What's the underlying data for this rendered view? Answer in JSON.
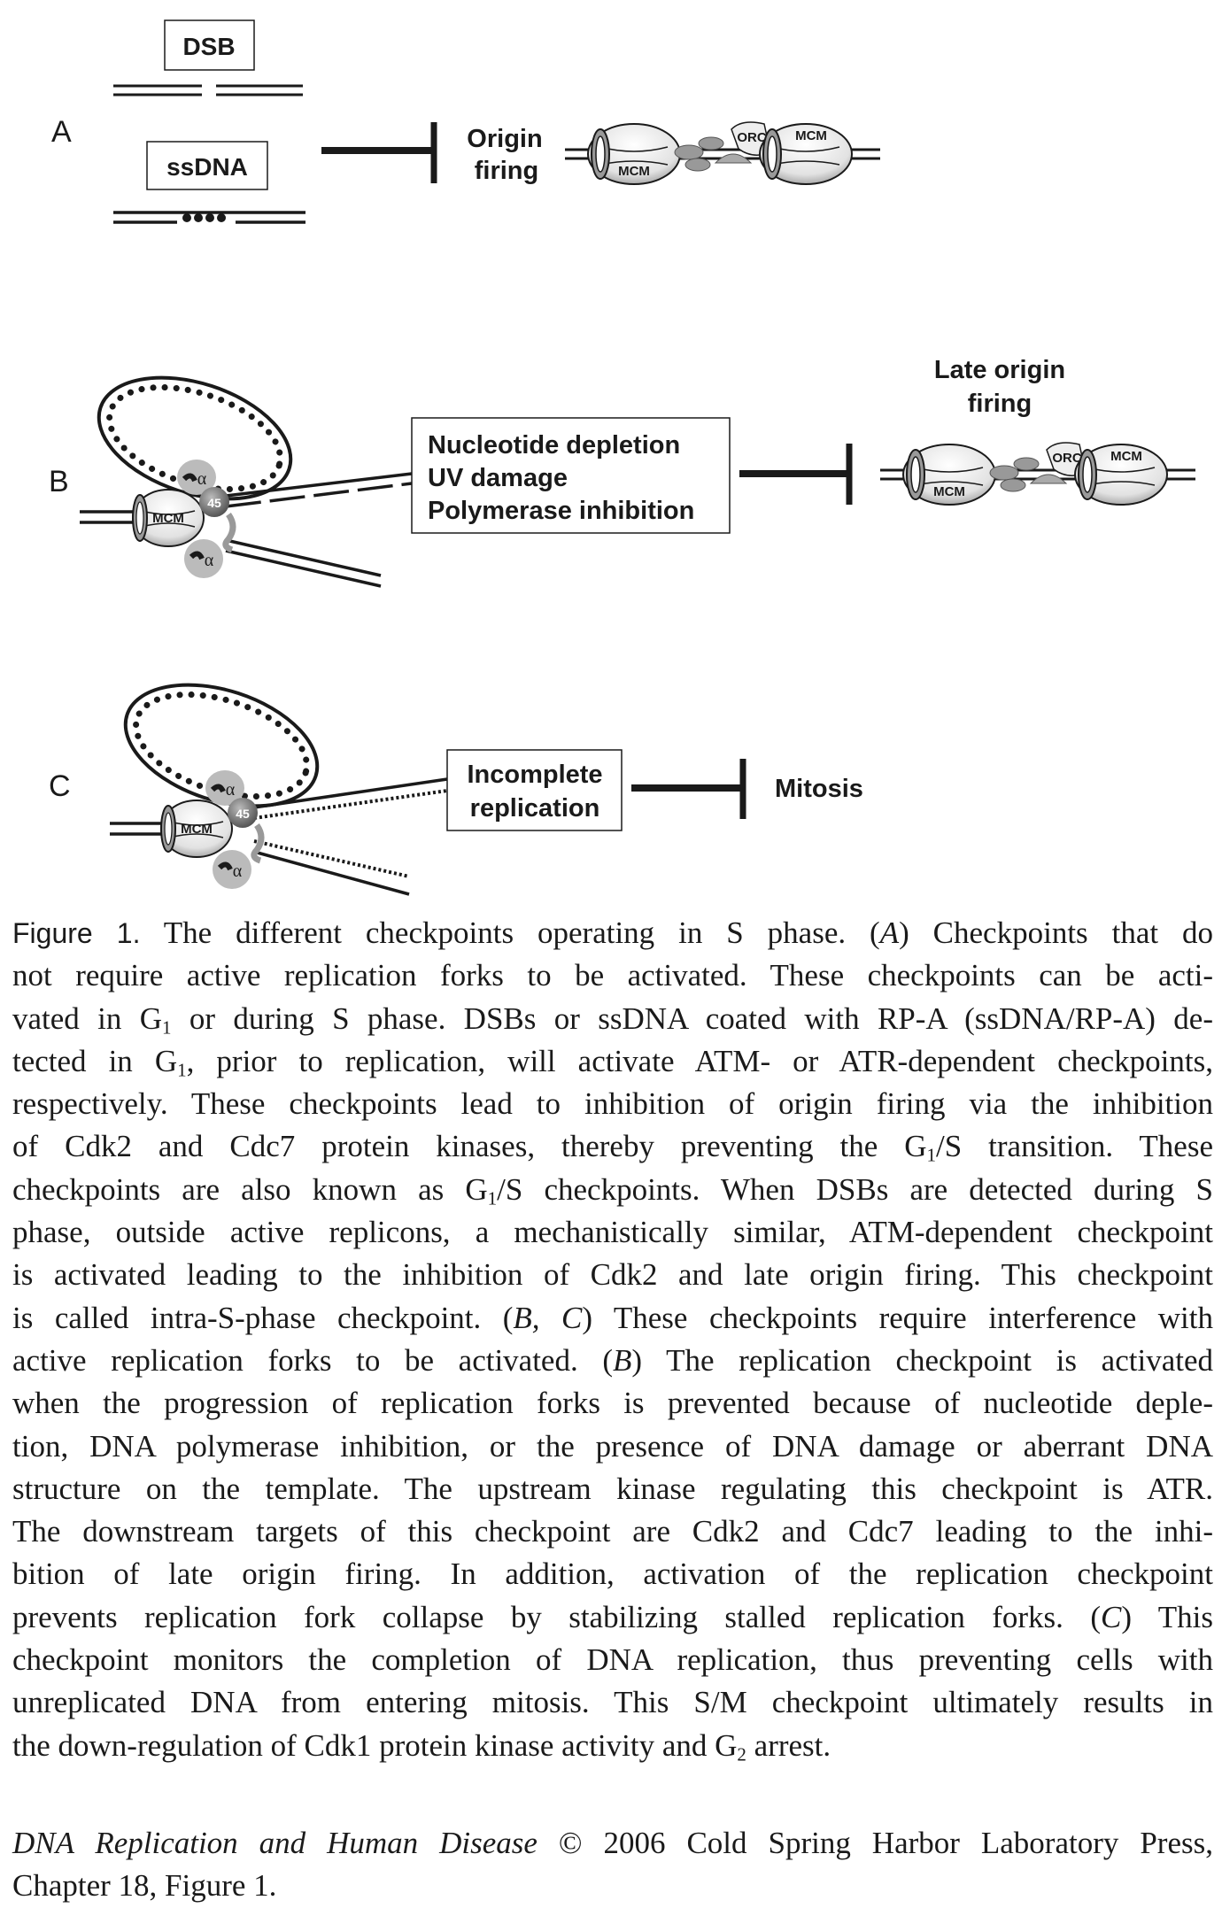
{
  "figure": {
    "panel_a": {
      "label": "A",
      "dsb_label": "DSB",
      "ssdna_label": "ssDNA",
      "target_line1": "Origin",
      "target_line2": "firing",
      "mcm_left": "MCM",
      "mcm_right": "MCM",
      "orc": "ORC"
    },
    "panel_b": {
      "label": "B",
      "mcm": "MCM",
      "pol_alpha": "α",
      "cdc45": "45",
      "stress_line1": "Nucleotide depletion",
      "stress_line2": "UV damage",
      "stress_line3": "Polymerase inhibition",
      "target_line1": "Late origin",
      "target_line2": "firing",
      "mcm_left": "MCM",
      "mcm_right": "MCM",
      "orc": "ORC"
    },
    "panel_c": {
      "label": "C",
      "mcm": "MCM",
      "pol_alpha": "α",
      "cdc45": "45",
      "stress_line1": "Incomplete",
      "stress_line2": "replication",
      "target": "Mitosis"
    }
  },
  "caption": {
    "lines": [
      [
        {
          "t": "Figure 1.",
          "cls": "fig-label"
        },
        {
          "t": " The different checkpoints operating in S phase. ("
        },
        {
          "t": "A",
          "cls": "it"
        },
        {
          "t": ") Checkpoints that do"
        }
      ],
      [
        {
          "t": "not require active replication forks to be activated. These checkpoints can be acti-"
        }
      ],
      [
        {
          "t": "vated in G"
        },
        {
          "t": "1",
          "sub": true
        },
        {
          "t": " or during S phase. DSBs or ssDNA coated with RP-A (ssDNA/RP-A) de-"
        }
      ],
      [
        {
          "t": "tected in G"
        },
        {
          "t": "1",
          "sub": true
        },
        {
          "t": ", prior to replication, will activate ATM- or ATR-dependent checkpoints,"
        }
      ],
      [
        {
          "t": "respectively. These checkpoints lead to inhibition of origin firing via the inhibition"
        }
      ],
      [
        {
          "t": "of Cdk2 and Cdc7 protein kinases, thereby preventing the G"
        },
        {
          "t": "1",
          "sub": true
        },
        {
          "t": "/S transition. These"
        }
      ],
      [
        {
          "t": "checkpoints are also known as G"
        },
        {
          "t": "1",
          "sub": true
        },
        {
          "t": "/S checkpoints. When DSBs are detected during S"
        }
      ],
      [
        {
          "t": "phase, outside active replicons, a mechanistically similar, ATM-dependent checkpoint"
        }
      ],
      [
        {
          "t": "is activated leading to the inhibition of Cdk2 and late origin firing. This checkpoint"
        }
      ],
      [
        {
          "t": "is called intra-S-phase checkpoint. ("
        },
        {
          "t": "B, C",
          "cls": "it"
        },
        {
          "t": ") These checkpoints require interference with"
        }
      ],
      [
        {
          "t": "active replication forks to be activated. ("
        },
        {
          "t": "B",
          "cls": "it"
        },
        {
          "t": ") The replication checkpoint is activated"
        }
      ],
      [
        {
          "t": "when the progression of replication forks is prevented because of nucleotide deple-"
        }
      ],
      [
        {
          "t": "tion, DNA polymerase inhibition, or the presence of DNA damage or aberrant DNA"
        }
      ],
      [
        {
          "t": "structure on the template. The upstream kinase regulating this checkpoint is ATR."
        }
      ],
      [
        {
          "t": "The downstream targets of this checkpoint are Cdk2 and Cdc7 leading to the inhi-"
        }
      ],
      [
        {
          "t": "bition of late origin firing. In addition, activation of the replication checkpoint"
        }
      ],
      [
        {
          "t": "prevents replication fork collapse by stabilizing stalled replication forks. ("
        },
        {
          "t": "C",
          "cls": "it"
        },
        {
          "t": ") This"
        }
      ],
      [
        {
          "t": "checkpoint monitors the completion of DNA replication, thus preventing cells with"
        }
      ],
      [
        {
          "t": "unreplicated DNA from entering mitosis. This S/M checkpoint ultimately results in"
        }
      ],
      [
        {
          "t": "the down-regulation of Cdk1 protein kinase activity and G"
        },
        {
          "t": "2",
          "sub": true
        },
        {
          "t": " arrest."
        }
      ]
    ]
  },
  "citation": {
    "book_title": "DNA Replication and Human Disease",
    "line1_rest": " © 2006 Cold Spring Harbor Laboratory Press,",
    "line2": "Chapter 18, Figure 1."
  }
}
